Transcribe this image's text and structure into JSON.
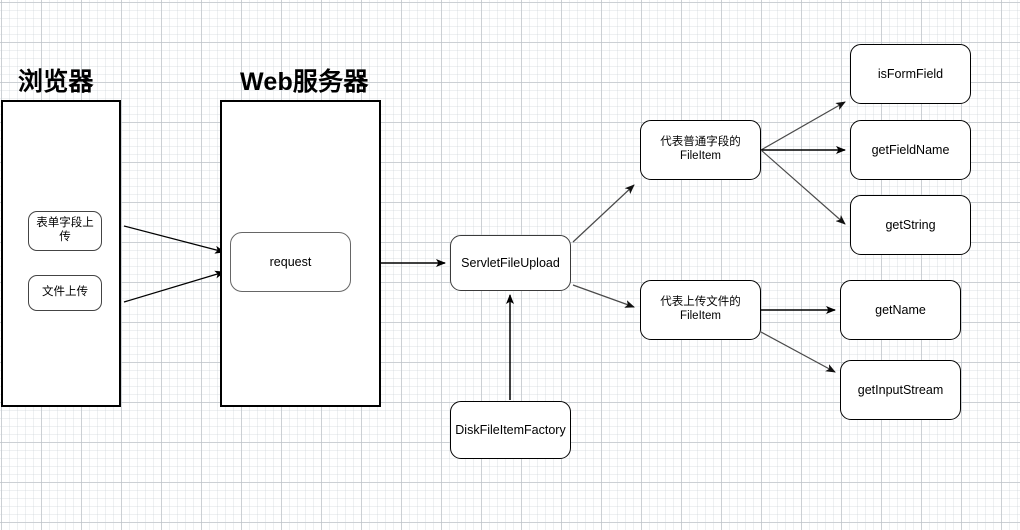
{
  "diagram": {
    "title_browser": "浏览器",
    "title_server": "Web服务器",
    "groups": [
      {
        "id": "browser",
        "label": "浏览器"
      },
      {
        "id": "web-server",
        "label": "Web服务器"
      }
    ],
    "nodes": {
      "form_field_upload": "表单字段上传",
      "file_upload": "文件上传",
      "request": "request",
      "servlet_file_upload": "ServletFileUpload",
      "disk_file_item_factory": "DiskFileItemFactory",
      "field_item_line1": "代表普通字段的",
      "field_item_line2": "FileItem",
      "file_item_line1": "代表上传文件的",
      "file_item_line2": "FileItem",
      "is_form_field": "isFormField",
      "get_field_name": "getFieldName",
      "get_string": "getString",
      "get_name": "getName",
      "get_input_stream": "getInputStream"
    },
    "colors": {
      "stroke": "#000000",
      "stroke_gray": "#666666",
      "background": "#ffffff",
      "grid_minor": "#c8cdd2",
      "grid_major": "#a5acb4"
    },
    "edges": [
      {
        "from": "form_field_upload",
        "to": "request"
      },
      {
        "from": "file_upload",
        "to": "request"
      },
      {
        "from": "request",
        "to": "servlet_file_upload"
      },
      {
        "from": "disk_file_item_factory",
        "to": "servlet_file_upload"
      },
      {
        "from": "servlet_file_upload",
        "to": "field_item"
      },
      {
        "from": "servlet_file_upload",
        "to": "file_item"
      },
      {
        "from": "field_item",
        "to": "is_form_field"
      },
      {
        "from": "field_item",
        "to": "get_field_name"
      },
      {
        "from": "field_item",
        "to": "get_string"
      },
      {
        "from": "file_item",
        "to": "get_name"
      },
      {
        "from": "file_item",
        "to": "get_input_stream"
      }
    ]
  }
}
